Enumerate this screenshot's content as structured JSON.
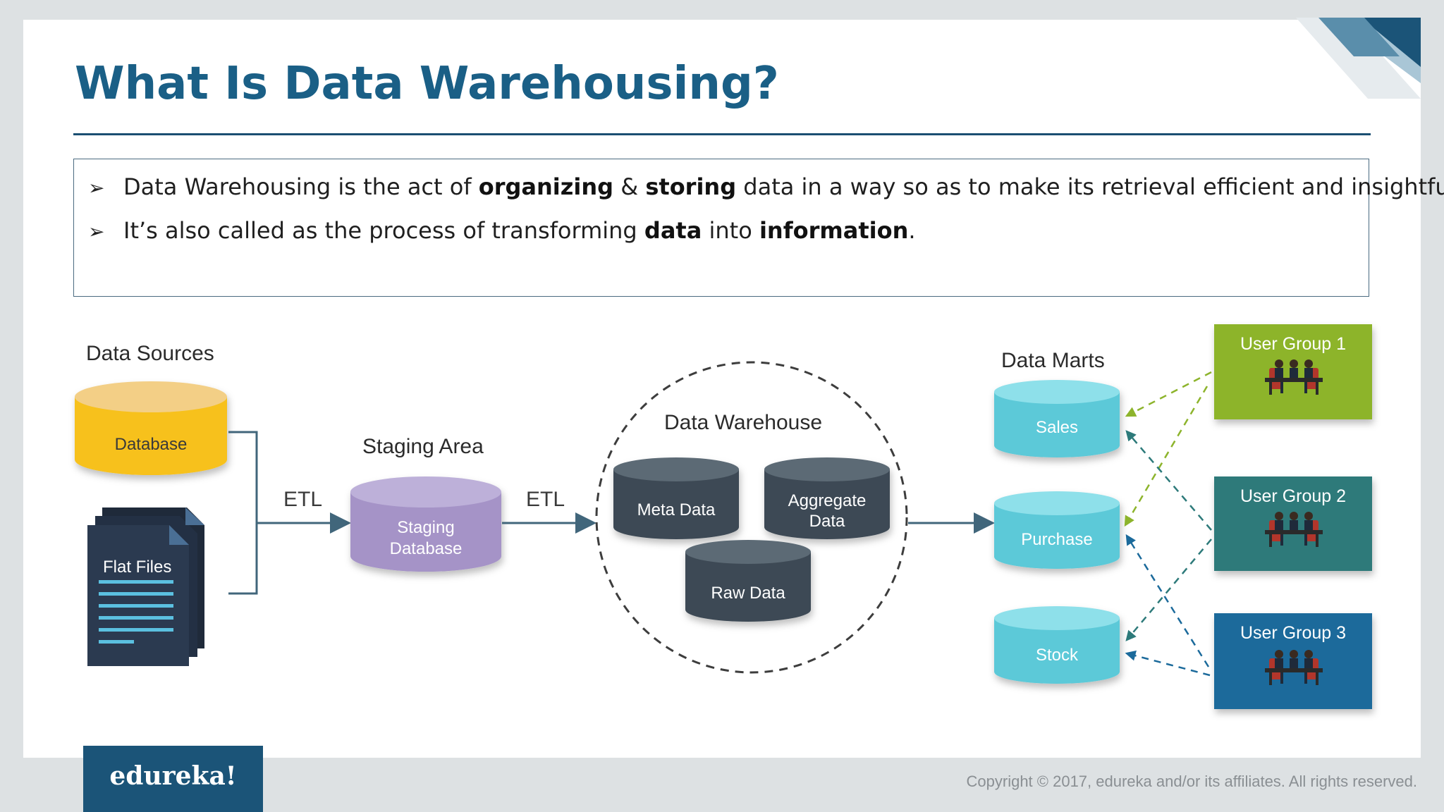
{
  "title": "What Is Data Warehousing?",
  "bullets": [
    {
      "parts": [
        {
          "text": "Data Warehousing is the act of ",
          "bold": false
        },
        {
          "text": "organizing",
          "bold": true
        },
        {
          "text": " & ",
          "bold": false
        },
        {
          "text": "storing",
          "bold": true
        },
        {
          "text": " data in a way so as to make its retrieval efficient and insightful.",
          "bold": false
        }
      ]
    },
    {
      "parts": [
        {
          "text": "It’s also called as the process of transforming ",
          "bold": false
        },
        {
          "text": "data",
          "bold": true
        },
        {
          "text": " into ",
          "bold": false
        },
        {
          "text": "information",
          "bold": true
        },
        {
          "text": ".",
          "bold": false
        }
      ]
    }
  ],
  "diagram": {
    "data_sources": {
      "heading": "Data Sources",
      "database_label": "Database",
      "flat_files_label": "Flat Files"
    },
    "etl_1": "ETL",
    "staging": {
      "heading": "Staging Area",
      "db_line1": "Staging",
      "db_line2": "Database"
    },
    "etl_2": "ETL",
    "warehouse": {
      "heading": "Data Warehouse",
      "meta": "Meta Data",
      "aggregate_line1": "Aggregate",
      "aggregate_line2": "Data",
      "raw": "Raw Data"
    },
    "marts": {
      "heading": "Data Marts",
      "sales": "Sales",
      "purchase": "Purchase",
      "stock": "Stock"
    },
    "user_groups": {
      "group1": "User Group 1",
      "group2": "User Group 2",
      "group3": "User Group 3"
    },
    "colors": {
      "database": "#f7c11b",
      "staging": "#a593c7",
      "warehouse_cyl": "#3e4a54",
      "mart": "#5cc9d8",
      "group1": "#8db42c",
      "group2": "#2d7a7a",
      "group3": "#1b6a9b",
      "arrow": "#41667b"
    }
  },
  "footer": {
    "logo": "edureka!",
    "copyright": "Copyright © 2017, edureka and/or its affiliates. All rights reserved."
  }
}
